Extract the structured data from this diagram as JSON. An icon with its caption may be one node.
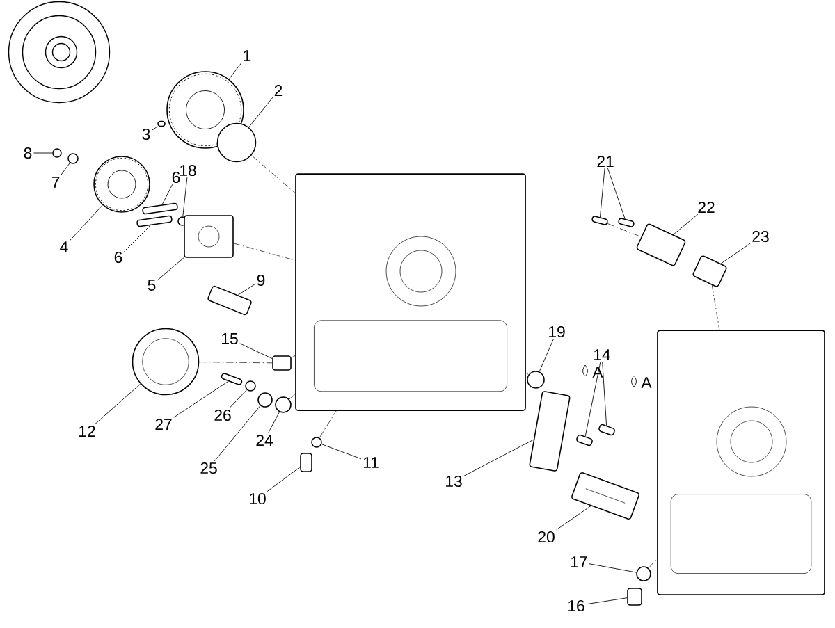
{
  "diagram": {
    "nodes": [
      {
        "text": [
          "1"
        ]
      },
      {
        "text": [],
        "shape": "circle"
      },
      {
        "text": [
          "2"
        ]
      },
      {
        "text": [],
        "shape": "circle"
      },
      {
        "text": [
          "3"
        ]
      },
      {
        "text": [],
        "shape": "box"
      },
      {
        "text": [
          "8"
        ]
      },
      {
        "text": [],
        "shape": "circle"
      },
      {
        "text": [
          "7"
        ]
      },
      {
        "text": [],
        "shape": "circle"
      },
      {
        "text": [
          "4"
        ]
      },
      {
        "text": [],
        "shape": "circle"
      },
      {
        "text": [
          "6"
        ]
      },
      {
        "text": [],
        "shape": "box"
      },
      {
        "text": [
          "6"
        ]
      },
      {
        "text": [],
        "shape": "box"
      },
      {
        "text": [
          "18"
        ]
      },
      {
        "text": [],
        "shape": "circle"
      },
      {
        "text": [
          "5"
        ]
      },
      {
        "text": [],
        "shape": "box"
      },
      {
        "text": [
          "9"
        ]
      },
      {
        "text": [],
        "shape": "box"
      },
      {
        "text": [
          "15"
        ]
      },
      {
        "text": [],
        "shape": "box"
      },
      {
        "text": [
          "12"
        ]
      },
      {
        "text": [],
        "shape": "circle"
      },
      {
        "text": [
          "27"
        ]
      },
      {
        "text": [],
        "shape": "box"
      },
      {
        "text": [
          "26"
        ]
      },
      {
        "text": [],
        "shape": "circle"
      },
      {
        "text": [
          "25"
        ]
      },
      {
        "text": [],
        "shape": "circle"
      },
      {
        "text": [
          "24"
        ]
      },
      {
        "text": [],
        "shape": "circle"
      },
      {
        "text": [
          "11"
        ]
      },
      {
        "text": [],
        "shape": "circle"
      },
      {
        "text": [
          "10"
        ]
      },
      {
        "text": [],
        "shape": "box"
      },
      {
        "text": [
          "19"
        ]
      },
      {
        "text": [],
        "shape": "circle"
      },
      {
        "text": [
          "14"
        ]
      },
      {
        "text": [],
        "shape": "box"
      },
      {
        "text": [],
        "shape": "box"
      },
      {
        "text": [
          "13"
        ]
      },
      {
        "text": [],
        "shape": "box"
      },
      {
        "text": [
          "21"
        ]
      },
      {
        "text": [],
        "shape": "box"
      },
      {
        "text": [],
        "shape": "box"
      },
      {
        "text": [
          "22"
        ]
      },
      {
        "text": [],
        "shape": "box"
      },
      {
        "text": [
          "23"
        ]
      },
      {
        "text": [],
        "shape": "box"
      },
      {
        "text": [
          "20"
        ]
      },
      {
        "text": [],
        "shape": "picture"
      },
      {
        "text": [
          "17"
        ]
      },
      {
        "text": [],
        "shape": "circle"
      },
      {
        "text": [
          "16"
        ]
      },
      {
        "text": [],
        "shape": "box"
      },
      {
        "text": [],
        "shape": "picture"
      },
      {
        "text": [],
        "shape": "picture"
      }
    ],
    "edges": [
      {
        "from": 0,
        "to": 1,
        "arrow": "none"
      },
      {
        "from": 2,
        "to": 3,
        "arrow": "none"
      },
      {
        "from": 4,
        "to": 5,
        "arrow": "none"
      },
      {
        "from": 6,
        "to": 7,
        "arrow": "none"
      },
      {
        "from": 8,
        "to": 9,
        "arrow": "none"
      },
      {
        "from": 10,
        "to": 11,
        "arrow": "none"
      },
      {
        "from": 12,
        "to": 13,
        "arrow": "none"
      },
      {
        "from": 14,
        "to": 15,
        "arrow": "none"
      },
      {
        "from": 16,
        "to": 17,
        "arrow": "none"
      },
      {
        "from": 18,
        "to": 19,
        "arrow": "none"
      },
      {
        "from": 20,
        "to": 21,
        "arrow": "none"
      },
      {
        "from": 22,
        "to": 23,
        "arrow": "none"
      },
      {
        "from": 24,
        "to": 25,
        "arrow": "none"
      },
      {
        "from": 26,
        "to": 27,
        "arrow": "none"
      },
      {
        "from": 28,
        "to": 29,
        "arrow": "none"
      },
      {
        "from": 30,
        "to": 31,
        "arrow": "none"
      },
      {
        "from": 32,
        "to": 33,
        "arrow": "none"
      },
      {
        "from": 34,
        "to": 35,
        "arrow": "none"
      },
      {
        "from": 36,
        "to": 37,
        "arrow": "none"
      },
      {
        "from": 38,
        "to": 39,
        "arrow": "none"
      },
      {
        "from": 40,
        "to": 41,
        "arrow": "none"
      },
      {
        "from": 40,
        "to": 42,
        "arrow": "none"
      },
      {
        "from": 43,
        "to": 44,
        "arrow": "none"
      },
      {
        "from": 45,
        "to": 46,
        "arrow": "none"
      },
      {
        "from": 45,
        "to": 47,
        "arrow": "none"
      },
      {
        "from": 48,
        "to": 49,
        "arrow": "none"
      },
      {
        "from": 50,
        "to": 51,
        "arrow": "none"
      },
      {
        "from": 52,
        "to": 53,
        "arrow": "none"
      },
      {
        "from": 54,
        "to": 55,
        "arrow": "none"
      },
      {
        "from": 56,
        "to": 57,
        "arrow": "none"
      },
      {
        "from": 3,
        "to": 58,
        "arrow": "none",
        "style": "dashed"
      },
      {
        "from": 19,
        "to": 58,
        "arrow": "none",
        "style": "dashed"
      },
      {
        "from": 25,
        "to": 23,
        "arrow": "none",
        "style": "dashed"
      },
      {
        "from": 23,
        "to": 58,
        "arrow": "none",
        "style": "dashed"
      },
      {
        "from": 33,
        "to": 58,
        "arrow": "none",
        "style": "dashed"
      },
      {
        "from": 35,
        "to": 58,
        "arrow": "none",
        "style": "dashed"
      },
      {
        "from": 39,
        "to": 58,
        "arrow": "none",
        "style": "dashed"
      },
      {
        "from": 46,
        "to": 49,
        "arrow": "none",
        "style": "dashed"
      },
      {
        "from": 51,
        "to": 59,
        "arrow": "none",
        "style": "dashed"
      },
      {
        "from": 55,
        "to": 59,
        "arrow": "none",
        "style": "dashed"
      }
    ],
    "labels": [
      "A",
      "A"
    ]
  }
}
